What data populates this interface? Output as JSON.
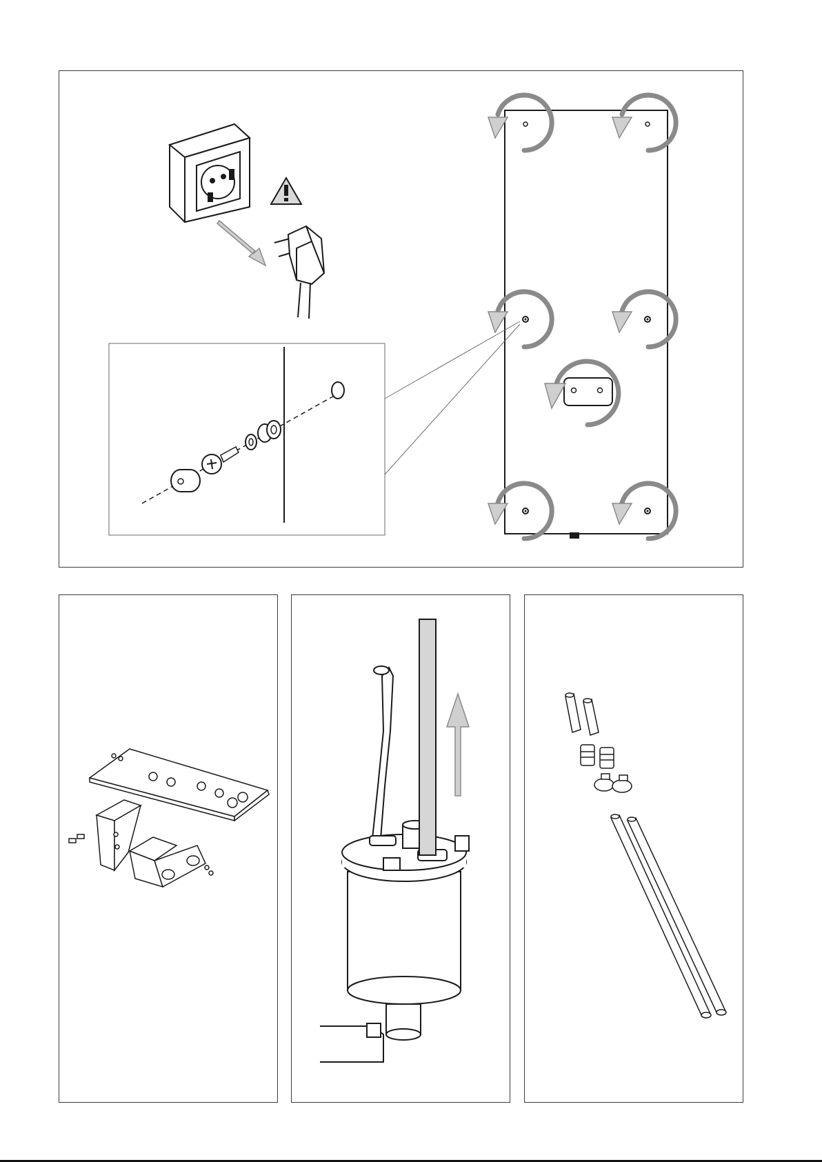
{
  "page": {
    "panels": [
      {
        "id": "panel-top",
        "content": "unplug-and-remove-mounting-screws"
      },
      {
        "id": "panel-bottom-left",
        "content": "mounting-bracket-parts"
      },
      {
        "id": "panel-bottom-center",
        "content": "remove-hose-from-container"
      },
      {
        "id": "panel-bottom-right",
        "content": "hoses-connectors-clamps"
      }
    ],
    "icons": [
      "warning-icon",
      "wall-socket-icon",
      "plug-icon",
      "rotate-arrow-icon",
      "up-arrow-icon"
    ],
    "colors": {
      "line": "#1a1a1a",
      "arrow_fill": "#cfcfcf",
      "arrow_stroke": "#8a8a8a",
      "rod_fill": "#d6d6d6"
    }
  }
}
